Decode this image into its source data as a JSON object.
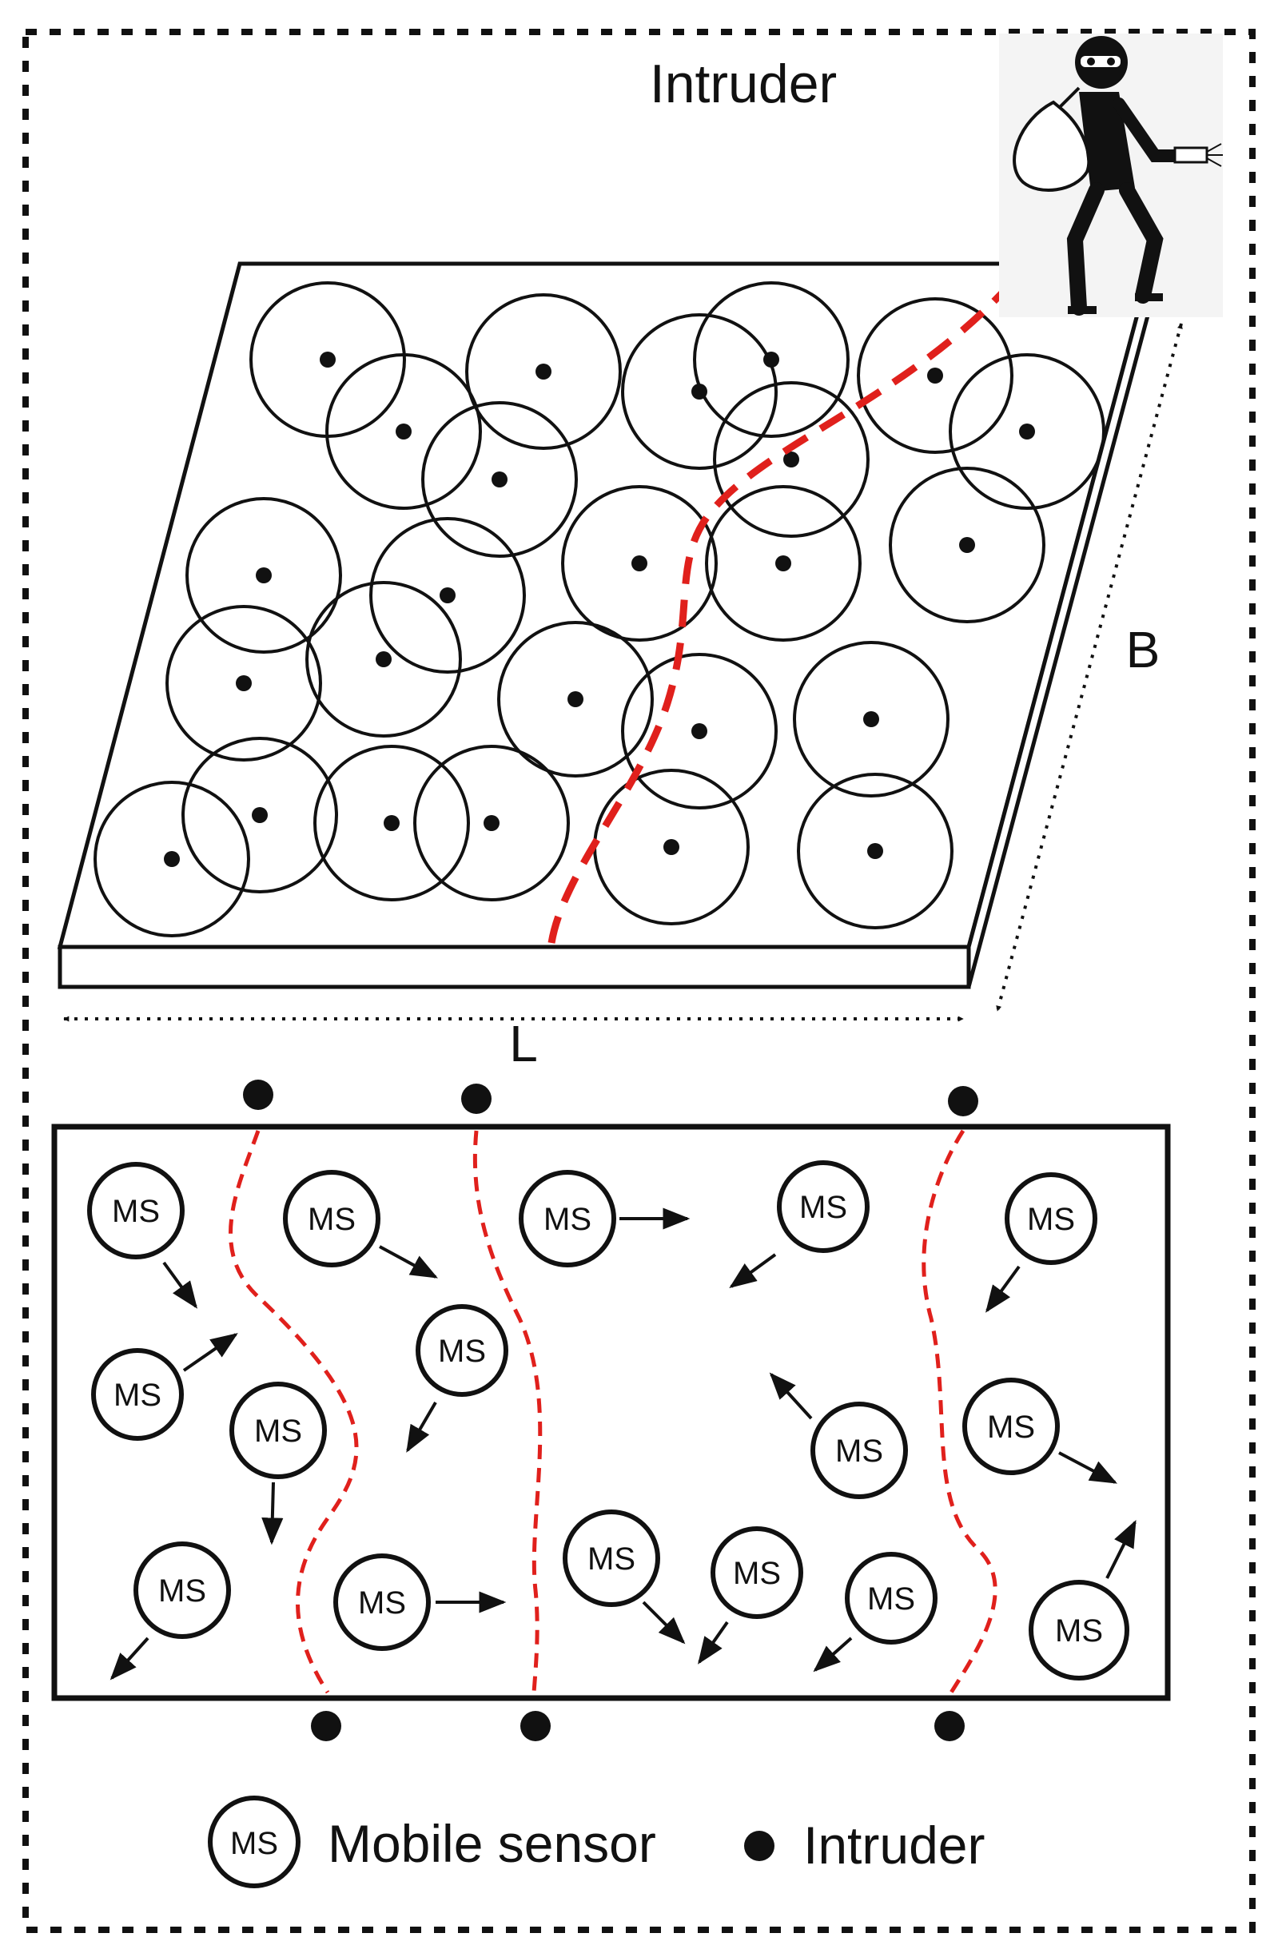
{
  "top_panel": {
    "intruder_label": "Intruder",
    "length_label": "L",
    "breadth_label": "B"
  },
  "bottom_panel": {
    "sensor_text": "MS"
  },
  "legend": {
    "sensor_text": "MS",
    "mobile_sensor_label": "Mobile sensor",
    "intruder_label": "Intruder"
  },
  "colors": {
    "line": "#111111",
    "intruder_path": "#e0201c"
  },
  "icons": [
    "thief-icon",
    "mobile-sensor-icon",
    "intruder-dot-icon"
  ]
}
